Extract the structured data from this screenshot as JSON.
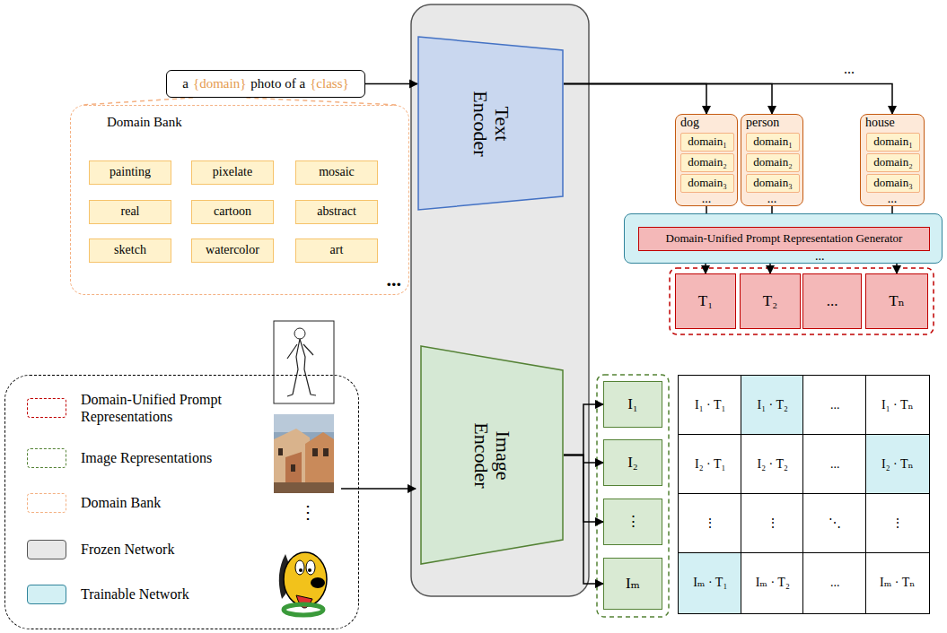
{
  "diagram": {
    "nodes": [
      {
        "text": [
          "a",
          "{domain}",
          "photo of a",
          "{class}"
        ]
      },
      {
        "text": [
          "Domain Bank",
          "..."
        ]
      },
      {
        "text": [
          "painting"
        ],
        "in": 1
      },
      {
        "text": [
          "pixelate"
        ],
        "in": 1
      },
      {
        "text": [
          "mosaic"
        ],
        "in": 1
      },
      {
        "text": [
          "real"
        ],
        "in": 1
      },
      {
        "text": [
          "cartoon"
        ],
        "in": 1
      },
      {
        "text": [
          "abstract"
        ],
        "in": 1
      },
      {
        "text": [
          "sketch"
        ],
        "in": 1
      },
      {
        "text": [
          "watercolor"
        ],
        "in": 1
      },
      {
        "text": [
          "art"
        ],
        "in": 1
      },
      {
        "text": [
          "Text Encoder"
        ]
      },
      {
        "text": [
          "Image Encoder"
        ]
      },
      {
        "text": [
          "dog",
          "..."
        ]
      },
      {
        "text": [
          "domain₁"
        ],
        "in": 13
      },
      {
        "text": [
          "domain₂"
        ],
        "in": 13
      },
      {
        "text": [
          "domain₃"
        ],
        "in": 13
      },
      {
        "text": [
          "person",
          "..."
        ]
      },
      {
        "text": [
          "domain₁"
        ],
        "in": 17
      },
      {
        "text": [
          "domain₂"
        ],
        "in": 17
      },
      {
        "text": [
          "domain₃"
        ],
        "in": 17
      },
      {
        "text": [
          "house",
          "..."
        ]
      },
      {
        "text": [
          "domain₁"
        ],
        "in": 21
      },
      {
        "text": [
          "domain₂"
        ],
        "in": 21
      },
      {
        "text": [
          "domain₃"
        ],
        "in": 21
      },
      {
        "text": [
          "..."
        ]
      },
      {
        "text": [
          "Domain-Unified Prompt Representation Generator"
        ],
        "in": 25
      },
      {
        "text": [
          "T₁"
        ]
      },
      {
        "text": [
          "T₂"
        ]
      },
      {
        "text": [
          "..."
        ]
      },
      {
        "text": [
          "Tₙ"
        ]
      },
      {
        "text": [
          "I₁"
        ]
      },
      {
        "text": [
          "I₂"
        ]
      },
      {
        "text": [
          "⋮"
        ]
      },
      {
        "text": [
          "Iₘ"
        ]
      },
      {
        "text": [
          "I₁ · T₁"
        ]
      },
      {
        "text": [
          "I₁ · T₂"
        ]
      },
      {
        "text": [
          "..."
        ]
      },
      {
        "text": [
          "I₁ · Tₙ"
        ]
      },
      {
        "text": [
          "I₂ · T₁"
        ]
      },
      {
        "text": [
          "I₂ · T₂"
        ]
      },
      {
        "text": [
          "..."
        ]
      },
      {
        "text": [
          "I₂ · Tₙ"
        ]
      },
      {
        "text": [
          "⋮"
        ]
      },
      {
        "text": [
          "⋮"
        ]
      },
      {
        "text": [
          "⋱"
        ]
      },
      {
        "text": [
          "⋮"
        ]
      },
      {
        "text": [
          "Iₘ · T₁"
        ]
      },
      {
        "text": [
          "Iₘ · T₂"
        ]
      },
      {
        "text": [
          "..."
        ]
      },
      {
        "text": [
          "Iₘ · Tₙ"
        ]
      }
    ],
    "edges": [
      {
        "from": 0,
        "to": 11,
        "arrow": "to"
      },
      {
        "from": 0,
        "to": 1,
        "arrow": "none"
      },
      {
        "from": 11,
        "to": 13,
        "arrow": "to"
      },
      {
        "from": 11,
        "to": 17,
        "arrow": "to"
      },
      {
        "from": 11,
        "to": 21,
        "arrow": "to"
      },
      {
        "from": 13,
        "to": 26,
        "arrow": "to"
      },
      {
        "from": 17,
        "to": 26,
        "arrow": "to"
      },
      {
        "from": 21,
        "to": 26,
        "arrow": "to"
      },
      {
        "from": 26,
        "to": 27,
        "arrow": "to"
      },
      {
        "from": 26,
        "to": 28,
        "arrow": "to"
      },
      {
        "from": 26,
        "to": 30,
        "arrow": "to"
      },
      {
        "from": 12,
        "to": 31,
        "arrow": "to"
      },
      {
        "from": 12,
        "to": 32,
        "arrow": "to"
      },
      {
        "from": 12,
        "to": 33,
        "arrow": "to"
      },
      {
        "from": 12,
        "to": 34,
        "arrow": "to"
      }
    ],
    "labels": [
      "...",
      "⋮"
    ],
    "legend": [
      {
        "text": "Domain-Unified Prompt Representations"
      },
      {
        "text": "Image Representations"
      },
      {
        "text": "Domain Bank"
      },
      {
        "text": "Frozen Network",
        "color": "#e8e8e8"
      },
      {
        "text": "Trainable Network",
        "color": "#d3f0f4"
      }
    ]
  }
}
